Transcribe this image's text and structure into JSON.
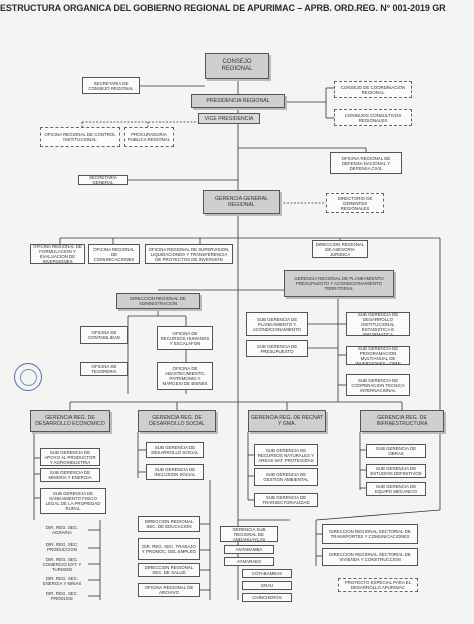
{
  "title": "ESTRUCTURA ORGANICA DEL GOBIERNO REGIONAL DE APURIMAC – APRB. ORD.REG. N° 001-2019 GR",
  "nodes": {
    "consejo": "CONSEJO REGIONAL",
    "secretaria_consejo": "SECRETARIA DE CONSEJO REGIONAL",
    "presidencia": "PRESIDENCIA REGIONAL",
    "vicepresidencia": "VICE PRESIDENCIA",
    "consejo_coordinacion": "CONSEJO DE COORDINACION REGIONAL",
    "consejos_consultivos": "CONSEJOS CONSULTIVOS REGIONALES",
    "control_institucional": "OFICINA REGIONAL DE CONTROL INSTITUCIONAL",
    "procuraduria": "PROCURADURIA PUBLICA REGIONAL",
    "defensa_nacional": "OFICINA REGIONAL DE DEFENSA NACIONAL Y DEFENSA CIVIL",
    "secretaria_general": "SECRETARIA GENERAL",
    "gerencia_general": "GERENCIA GENERAL REGIONAL",
    "directorio_gerentes": "DIRECTORIO DE GERENTES REGIONALES",
    "oficina_formulacion": "OFICINA REGIONAL DE FORMULACION Y EVALUACION DE INVERSIONES",
    "comunicaciones": "OFICINA REGIONAL DE COMUNICACIONES",
    "liquidaciones": "OFICINA REGIONAL DE SUPERVISION, LIQUIDACIONES Y TRANSFERENCIA DE PROYECTOS DE INVERSION",
    "asesoria_juridica": "DIRECCION REGIONAL DE ASESORIA JURIDICA",
    "planeamiento": "GERENCIA REGIONAL DE PLANEAMIENTO PRESUPUESTO Y ACONDICIONAMIENTO TERRITORIAL",
    "sg_planeamiento": "SUB GERENCIA DE PLANEAMIENTO Y ACONDICIONAMIENTO",
    "sg_desarrollo_inst": "SUB GERENCIA DE DESARROLLO INSTITUCIONAL ESTADISTICA E INFORMATICA",
    "sg_presupuesto": "SUB GERENCIA DE PRESUPUESTO",
    "sg_programacion": "SUB GERENCIA DE PROGRAMACION MULTIANUAL DE INVERSIONES - OPMI",
    "sg_cooperacion": "SUB GERENCIA DE COOPERACION TECNICA INTERNACIONAL",
    "dir_administracion": "DIRECCION REGIONAL DE ADMINISTRACION",
    "contabilidad": "OFICINA DE CONTABILIDAD",
    "recursos_humanos": "OFICINA DE RECURSOS HUMANOS Y ESCALAFON",
    "tesoreria": "OFICINA DE TESORERIA",
    "abastecimiento": "OFICINA DE ABASTECIMIENTO, PATRIMONIO Y MARGESI DE BIENES",
    "g_economico": "GERENCIA REG. DE DESARROLLO ECONOMICO",
    "g_social": "GERENCIA REG. DE DESARROLLO SOCIAL",
    "g_recnat": "GERENCIA REG. DE RECNAT Y GMA.",
    "g_infraestructura": "GERENCIA REG. DE INFRAESTRUCTURA",
    "eco_1": "SUB GERENCIA DE APOYO AL PRODUCTOR Y AGROINDUSTRIA",
    "eco_2": "SUB GERENCIA DE MINERIA Y ENERGIA",
    "eco_3": "SUB GERENCIA DE SANEAMIENTO FISICO LEGAL DE LA PROPIEDAD RURAL",
    "eco_d1": "DIR. REG. SEC. AGRARIA",
    "eco_d2": "DIR. REG. SEC. PRODUCCION",
    "eco_d3": "DIR. REG. SEC. COMERCIO EXT. Y TURISMO",
    "eco_d4": "DIR. REG. SEC. ENERGIA Y MINAS",
    "eco_d5": "DIR. REG. SEC. PRODUCE",
    "soc_1": "SUB GERENCIA DE DESARROLLO SOCIAL",
    "soc_2": "SUB GERENCIA DE INCLUSION SOCIAL",
    "soc_d1": "DIRECCION REGIONAL SEC. DE EDUCACION",
    "soc_d2": "DIR. REG. SEC. TRABAJO Y PROMOC. DEL EMPLEO",
    "soc_d3": "DIRECCION REGIONAL SEC. DE SALUD",
    "soc_d4": "OFICINA REGIONAL DE ARCHIVO",
    "rec_1": "SUB GERENCIA DE RECURSOS NATURALES Y AREAS NAT. PROTEGIDAS",
    "rec_2": "SUB GERENCIA DE GESTION AMBIENTAL",
    "rec_3": "SUB GERENCIA DE TRANSECTORIALIDAD",
    "rec_d1": "GERENCIA SUB REGIONAL DE ANDAHUAYLAS",
    "rec_d2": "ANTABAMBA",
    "rec_d3": "AYMARAES",
    "rec_d4": "COTABAMBAS",
    "rec_d5": "GRAU",
    "rec_d6": "CHINCHEROS",
    "inf_1": "SUB GERENCIA DE OBRAS",
    "inf_2": "SUB GERENCIA DE ESTUDIOS DEFINITIVOS",
    "inf_3": "SUB GERENCIA DE EQUIPO MECANICO",
    "inf_d1": "DIRECCION REGIONAL SECTORIAL DE TRANSPORTES Y COMUNICACIONES",
    "inf_d2": "DIRECCION REGIONAL SECTORIAL DE VIVIENDA Y CONSTRUCCION",
    "proyecto": "PROYECTO ESPECIAL PARA EL DESARROLLO APURIMAC"
  }
}
